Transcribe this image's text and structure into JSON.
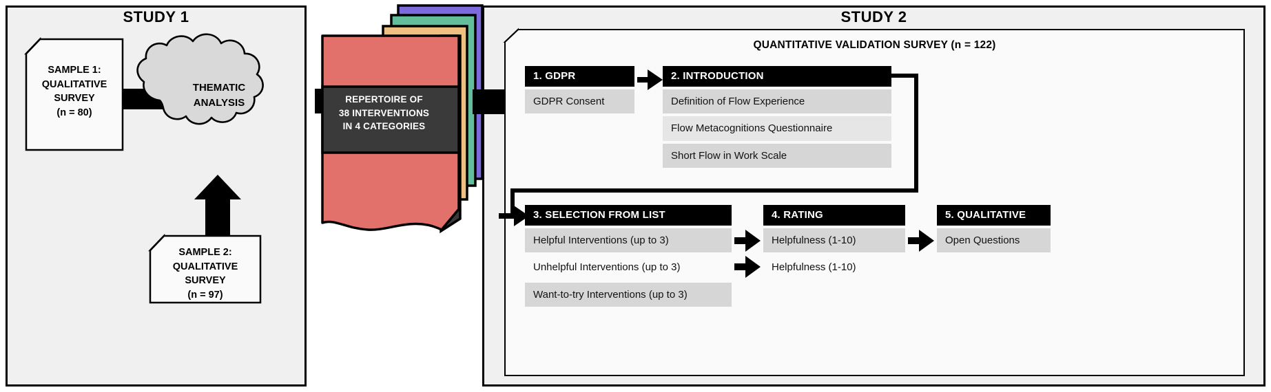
{
  "study1": {
    "title": "STUDY 1",
    "sample1": {
      "lines": [
        "SAMPLE 1:",
        "QUALITATIVE",
        "SURVEY",
        "(n = 80)"
      ]
    },
    "sample2": {
      "lines": [
        "SAMPLE 2:",
        "QUALITATIVE",
        "SURVEY",
        "(n = 97)"
      ]
    },
    "process": {
      "lines": [
        "THEMATIC",
        "ANALYSIS"
      ]
    }
  },
  "repertoire": {
    "lines": [
      "REPERTOIRE OF",
      "38 INTERVENTIONS",
      "IN 4 CATEGORIES"
    ],
    "card_colors": [
      "#7d6bdd",
      "#63bf9b",
      "#eec183",
      "#e2706b"
    ],
    "band_color": "#3a3a3a"
  },
  "study2": {
    "title": "STUDY 2",
    "survey_title": "QUANTITATIVE VALIDATION SURVEY (n = 122)",
    "steps": [
      {
        "head": "1. GDPR",
        "items": [
          {
            "label": "GDPR Consent",
            "tone": "a"
          }
        ]
      },
      {
        "head": "2. INTRODUCTION",
        "items": [
          {
            "label": "Definition of Flow Experience",
            "tone": "a"
          },
          {
            "label": "Flow Metacognitions Questionnaire",
            "tone": "b"
          },
          {
            "label": "Short Flow in Work Scale",
            "tone": "a"
          }
        ]
      },
      {
        "head": "3. SELECTION FROM LIST",
        "items": [
          {
            "label": "Helpful Interventions (up to 3)",
            "tone": "a"
          },
          {
            "label": "Unhelpful Interventions (up to 3)",
            "tone": "c"
          },
          {
            "label": "Want-to-try Interventions (up to 3)",
            "tone": "a"
          }
        ]
      },
      {
        "head": "4. RATING",
        "items": [
          {
            "label": "Helpfulness (1-10)",
            "tone": "a"
          },
          {
            "label": "Helpfulness (1-10)",
            "tone": "c"
          }
        ]
      },
      {
        "head": "5. QUALITATIVE",
        "items": [
          {
            "label": "Open Questions",
            "tone": "a"
          }
        ]
      }
    ]
  },
  "colors": {
    "panel_bg": "#f0f0f0",
    "card_bg": "#fafafa",
    "accent_black": "#000000",
    "item_dark": "#d6d6d6",
    "item_mid": "#e6e6e6",
    "item_light": "#fafafa",
    "cloud_fill": "#d9d9d9"
  }
}
